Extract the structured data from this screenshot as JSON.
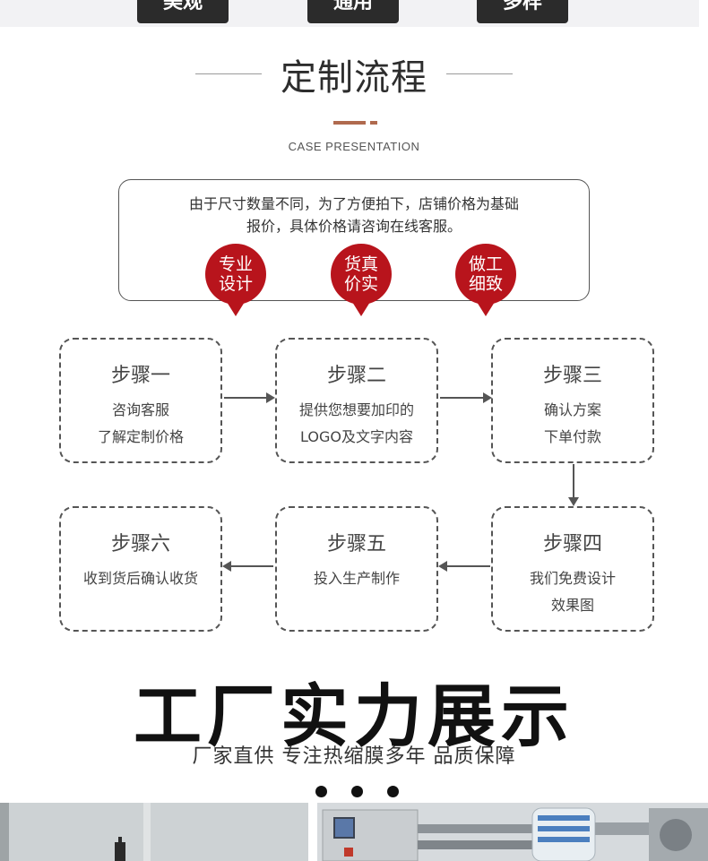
{
  "top_buttons": [
    "美观",
    "通用",
    "多样"
  ],
  "process": {
    "title": "定制流程",
    "subtitle": "CASE PRESENTATION",
    "notice": "由于尺寸数量不同，为了方便拍下，店铺价格为基础\n报价，具体价格请咨询在线客服。",
    "badges": [
      {
        "line1": "专业",
        "line2": "设计"
      },
      {
        "line1": "货真",
        "line2": "价实"
      },
      {
        "line1": "做工",
        "line2": "细致"
      }
    ],
    "badge_color": "#b8141c",
    "steps": [
      {
        "title": "步骤一",
        "desc": "咨询客服\n了解定制价格"
      },
      {
        "title": "步骤二",
        "desc": "提供您想要加印的\nLOGO及文字内容"
      },
      {
        "title": "步骤三",
        "desc": "确认方案\n下单付款"
      },
      {
        "title": "步骤四",
        "desc": "我们免费设计\n效果图"
      },
      {
        "title": "步骤五",
        "desc": "投入生产制作"
      },
      {
        "title": "步骤六",
        "desc": "收到货后确认收货"
      }
    ]
  },
  "factory": {
    "title": "工厂实力展示",
    "subtitle": "厂家直供 专注热缩膜多年 品质保障"
  }
}
